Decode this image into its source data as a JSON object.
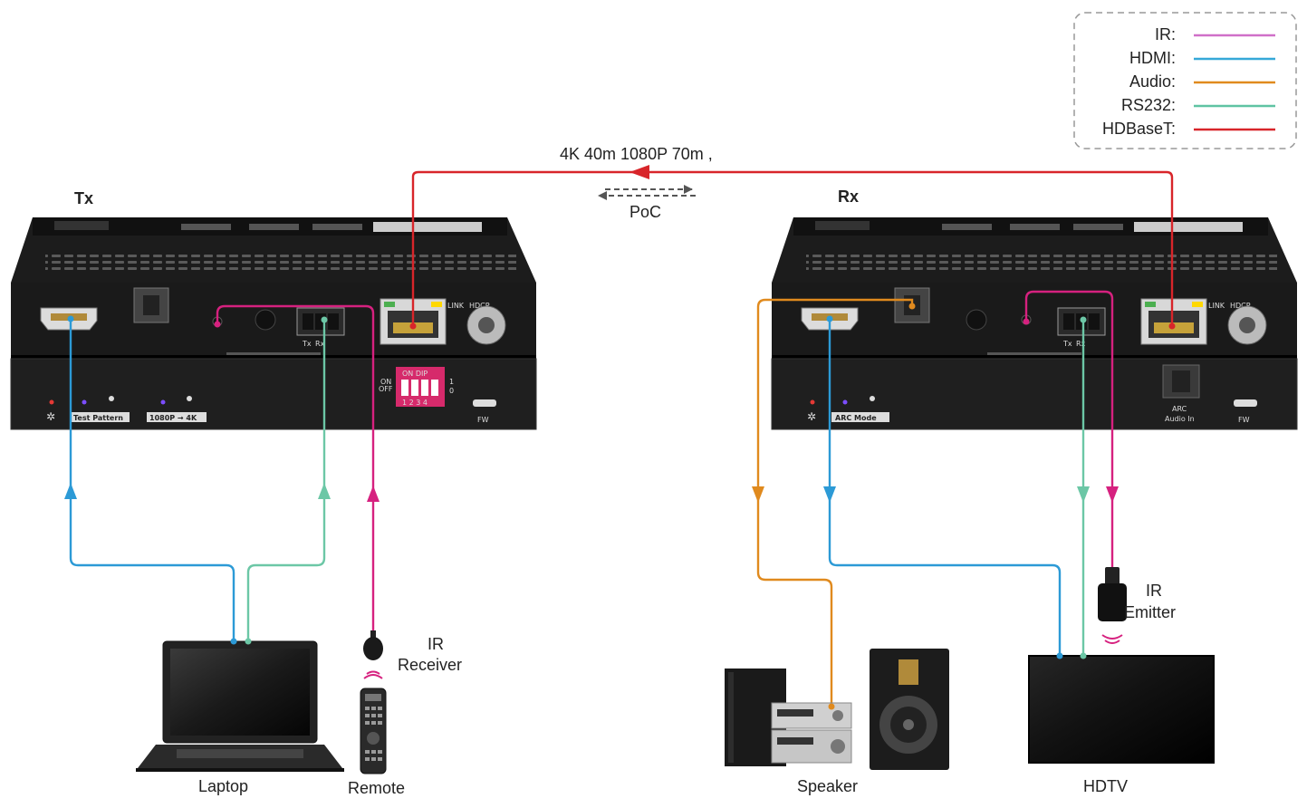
{
  "title_tx": "Tx",
  "title_rx": "Rx",
  "link": {
    "distance": "4K 40m 1080P 70m  ,",
    "poc": "PoC"
  },
  "legend": [
    {
      "label": "IR:",
      "color": "#d070c8"
    },
    {
      "label": "HDMI:",
      "color": "#35a8d8"
    },
    {
      "label": "Audio:",
      "color": "#e08a1e"
    },
    {
      "label": "RS232:",
      "color": "#5fc3a3"
    },
    {
      "label": "HDBaseT:",
      "color": "#d8252a"
    }
  ],
  "line_colors": {
    "ir": "#d6217f",
    "hdmi": "#2c9ad6",
    "audio": "#e08a1e",
    "rs232": "#6cc7a6",
    "hdbaset": "#d8252a"
  },
  "tx_panel": {
    "port_labels": [
      "LINK",
      "HDCP",
      "Tx",
      "Rx"
    ],
    "dip_header": "ON  DIP",
    "dip_on": "ON",
    "dip_off": "OFF",
    "dip_numbers": "1 2 3 4",
    "dip_side": [
      "1",
      "0"
    ],
    "button_1": "Test Pattern",
    "button_2": "1080P → 4K",
    "fw": "FW"
  },
  "rx_panel": {
    "port_labels": [
      "LINK",
      "HDCP",
      "Tx",
      "Rx"
    ],
    "button_1": "ARC Mode",
    "arc_label_1": "ARC",
    "arc_label_2": "Audio In",
    "fw": "FW"
  },
  "devices": {
    "laptop": "Laptop",
    "remote": "Remote",
    "ir_receiver_1": "IR",
    "ir_receiver_2": "Receiver",
    "speaker": "Speaker",
    "hdtv": "HDTV",
    "ir_emitter_1": "IR",
    "ir_emitter_2": "Emitter"
  }
}
